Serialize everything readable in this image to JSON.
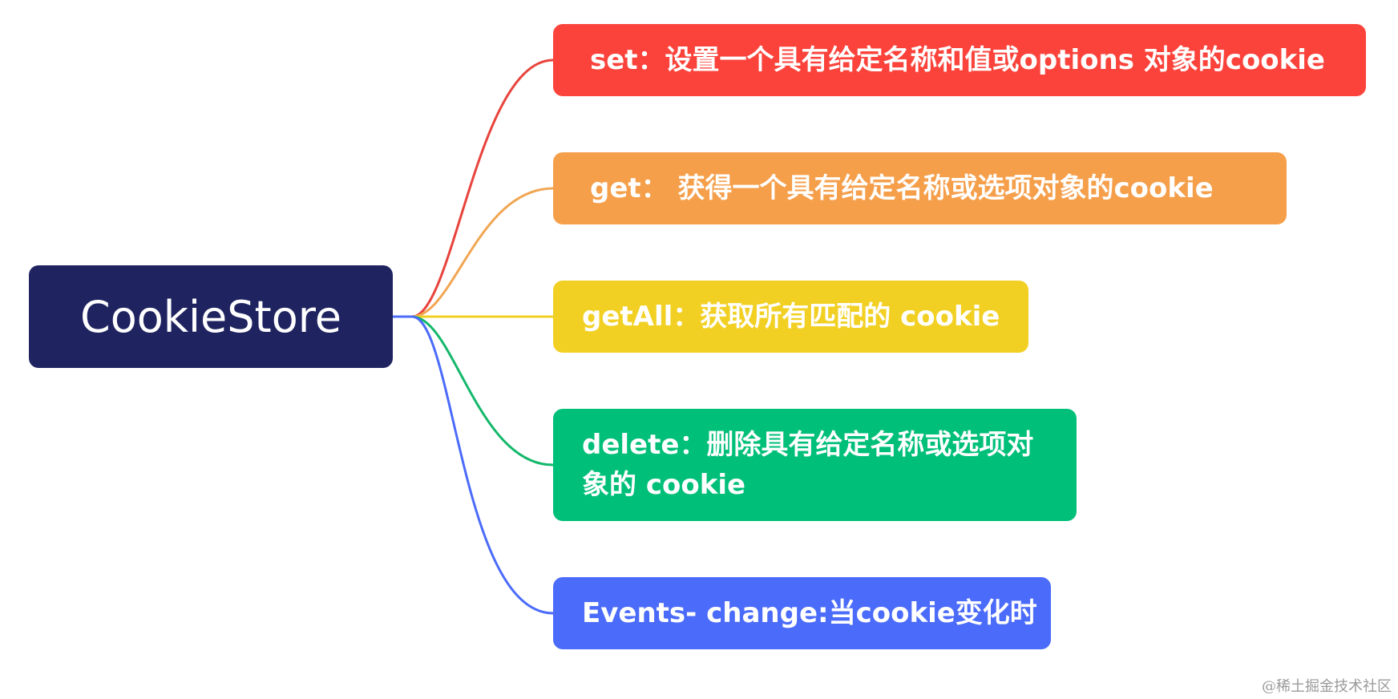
{
  "root": {
    "label": "CookieStore",
    "color": "#1f2461"
  },
  "branches": [
    {
      "label": "set：设置一个具有给定名称和值或options 对象的cookie",
      "color": "#fb433b"
    },
    {
      "label": "get： 获得一个具有给定名称或选项对象的cookie",
      "color": "#f59f4b"
    },
    {
      "label": "getAll：获取所有匹配的 cookie",
      "color": "#f2d023"
    },
    {
      "label": "delete：删除具有给定名称或选项对象的 cookie",
      "color": "#00bf79"
    },
    {
      "label": "Events- change:当cookie变化时",
      "color": "#4b6bfa"
    }
  ],
  "watermark": "@稀土掘金技术社区"
}
